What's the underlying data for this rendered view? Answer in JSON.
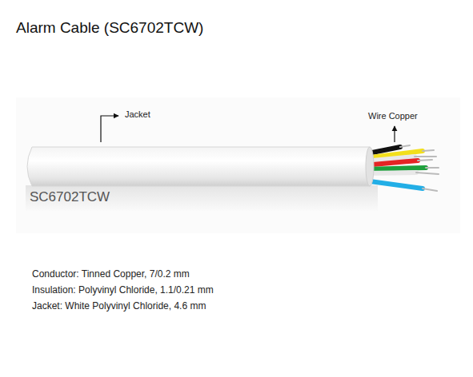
{
  "diagram": {
    "title": "Alarm Cable (SC6702TCW)",
    "labels": [
      "Jacket",
      "Wire Copper",
      "SC6702TCW",
      "Conductor: Tinned Copper, 7/0.2 mm",
      "Insulation: Polyvinyl Chloride, 1.1/0.21 mm",
      "Jacket: White Polyvinyl Chloride, 4.6 mm"
    ]
  }
}
